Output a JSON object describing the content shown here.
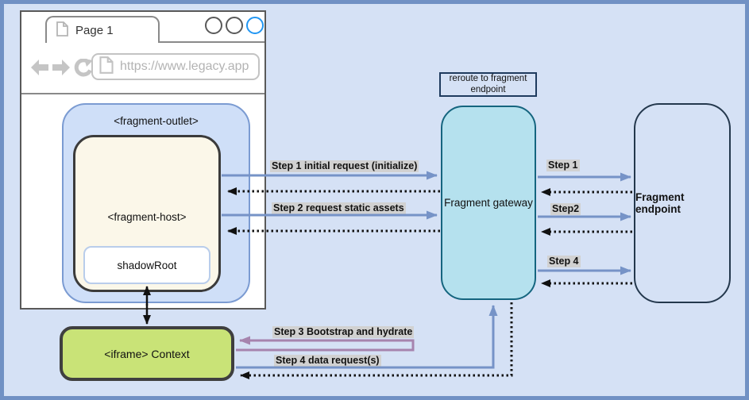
{
  "browser": {
    "tab_title": "Page 1",
    "url": "https://www.legacy.app"
  },
  "nodes": {
    "fragment_outlet": "<fragment-outlet>",
    "fragment_host": "<fragment-host>",
    "shadow_root": "shadowRoot",
    "iframe_context": "<iframe> Context",
    "gateway": "Fragment gateway",
    "endpoint": "Fragment endpoint",
    "reroute_note": "reroute to fragment endpoint"
  },
  "arrow_labels": {
    "step1_left": "Step 1 initial request (initialize)",
    "step2_left": "Step 2 request static assets",
    "step1_right": "Step 1",
    "step2_right": "Step2",
    "step4_right": "Step 4",
    "step3_bootstrap": "Step 3 Bootstrap and hydrate",
    "step4_data": "Step 4 data request(s)"
  },
  "colors": {
    "background": "#d5e1f5",
    "canvas_border": "#7191c4",
    "outlet_fill": "#cfdff8",
    "outlet_border": "#7b9bd2",
    "host_fill": "#fbf7e9",
    "gateway_fill": "#b5e1ee",
    "gateway_border": "#15657f",
    "endpoint_border": "#24384d",
    "iframe_fill": "#c9e377",
    "arrow_blue": "#7693c7",
    "arrow_purple": "#a684ae",
    "arrow_black": "#111111",
    "label_bg": "#d1d1d1",
    "active_circle": "#2196f3"
  }
}
